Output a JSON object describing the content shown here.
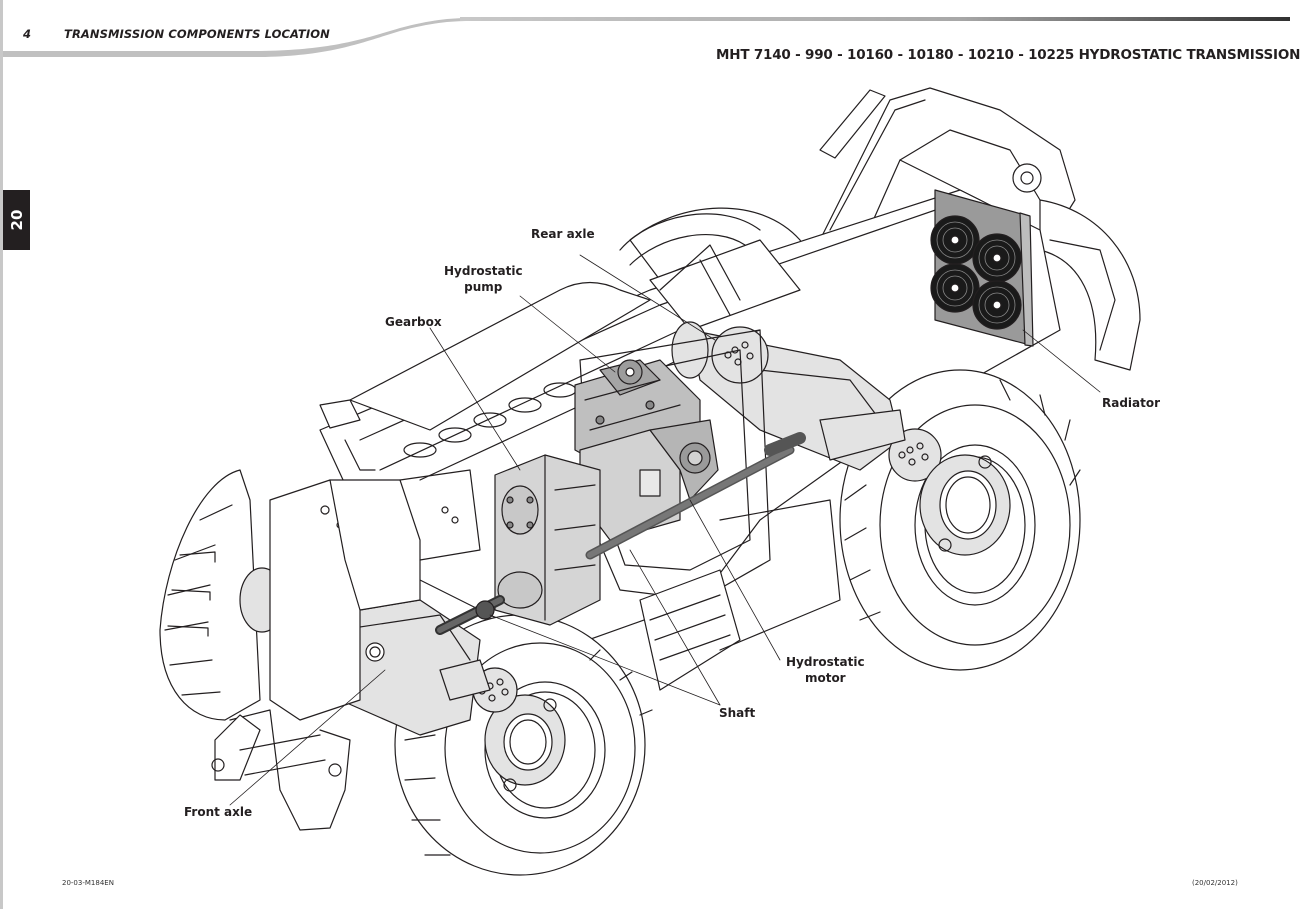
{
  "header": {
    "page_number": "4",
    "section_title": "TRANSMISSION COMPONENTS LOCATION",
    "document_title": "MHT 7140 - 990 - 10160 - 10180 - 10210 - 10225 HYDROSTATIC TRANSMISSION"
  },
  "chapter_tab": {
    "label": "20",
    "color": "#231f20"
  },
  "illustration": {
    "subject": "telehandler chassis transmission layout",
    "callouts": [
      {
        "id": "rear-axle",
        "label": "Rear axle"
      },
      {
        "id": "hydrostatic-pump",
        "label": "Hydrostatic\npump",
        "line1": "Hydrostatic",
        "line2": "pump"
      },
      {
        "id": "gearbox",
        "label": "Gearbox"
      },
      {
        "id": "radiator",
        "label": "Radiator"
      },
      {
        "id": "hydrostatic-motor",
        "label": "Hydrostatic\nmotor",
        "line1": "Hydrostatic",
        "line2": "motor"
      },
      {
        "id": "shaft",
        "label": "Shaft"
      },
      {
        "id": "front-axle",
        "label": "Front axle"
      }
    ]
  },
  "footer": {
    "reference": "20-03-M184EN",
    "date": "(20/02/2012)"
  },
  "colors": {
    "ink": "#231f20",
    "component_fill": "#d9d9d9",
    "header_rule": "#bdbdbd"
  }
}
